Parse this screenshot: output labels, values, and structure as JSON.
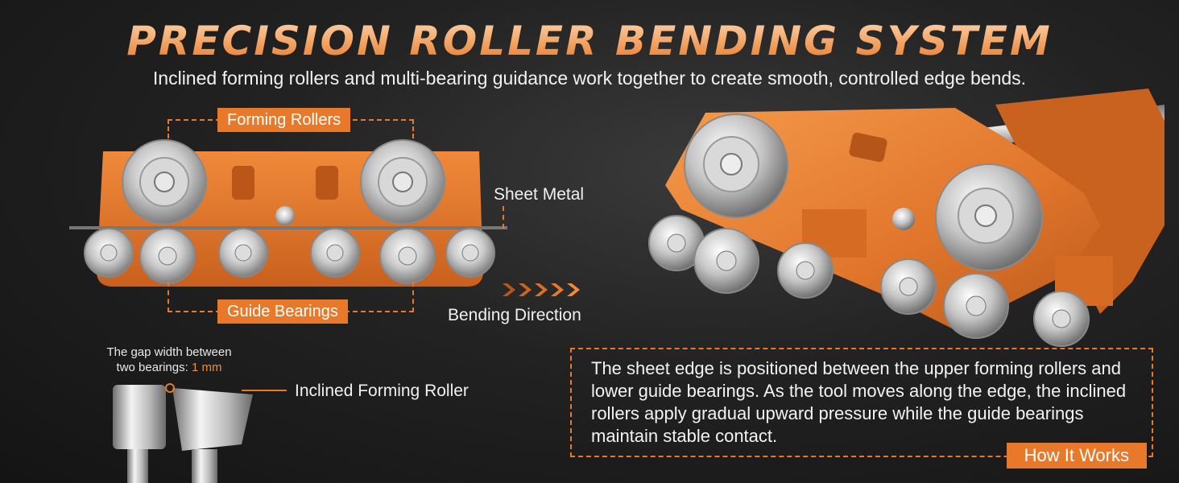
{
  "header": {
    "title": "PRECISION ROLLER BENDING SYSTEM",
    "subtitle": "Inclined forming rollers and multi-bearing guidance work together to create smooth, controlled edge bends."
  },
  "diagram": {
    "forming_rollers_label": "Forming Rollers",
    "sheet_metal_label": "Sheet Metal",
    "guide_bearings_label": "Guide Bearings",
    "bending_direction_label": "Bending Direction"
  },
  "detail": {
    "gap_note_line1": "The gap width between",
    "gap_note_line2_prefix": "two bearings: ",
    "gap_value": "1 mm",
    "inclined_roller_label": "Inclined Forming Roller"
  },
  "how_it_works": {
    "text": "The sheet edge is positioned between the upper forming rollers and lower guide bearings. As the tool moves along the edge, the inclined rollers apply gradual upward pressure while the guide bearings maintain stable contact.",
    "tag": "How It Works"
  },
  "colors": {
    "accent": "#e8782a",
    "body": "#e27a2e",
    "background": "#1e1e1e"
  }
}
